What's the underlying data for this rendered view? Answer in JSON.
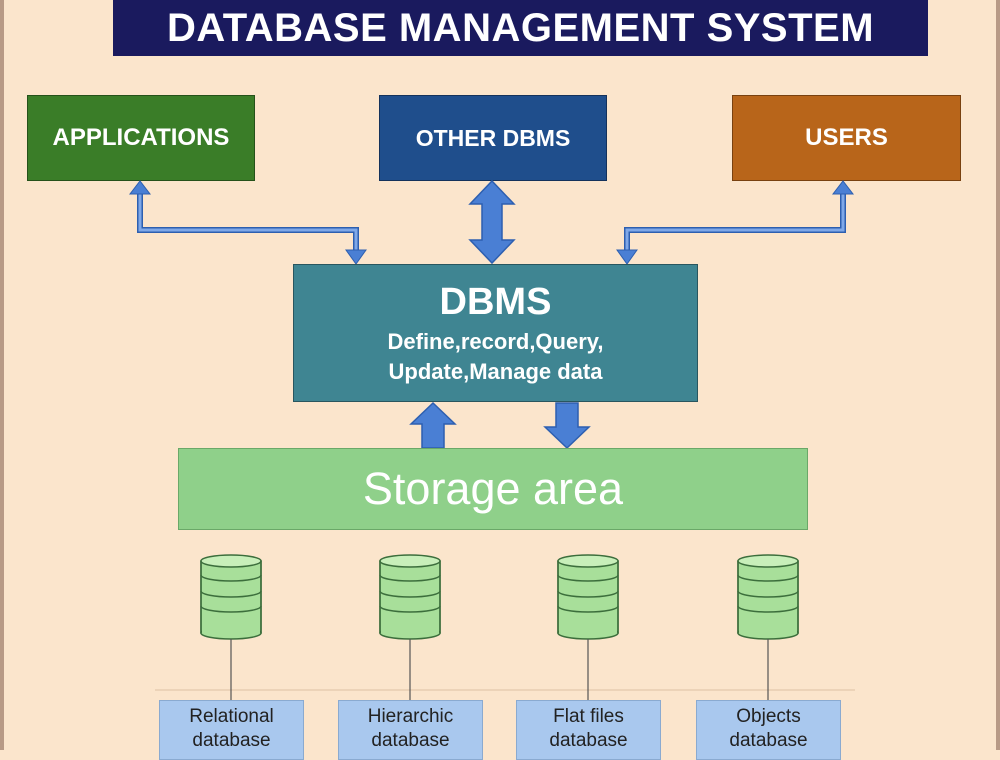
{
  "title": "DATABASE MANAGEMENT SYSTEM",
  "boxes": {
    "applications": "APPLICATIONS",
    "other_dbms": "OTHER DBMS",
    "users": "USERS"
  },
  "dbms": {
    "title": "DBMS",
    "line1": "Define,record,Query,",
    "line2": "Update,Manage data"
  },
  "storage": "Storage area",
  "databases": [
    {
      "line1": "Relational",
      "line2": "database"
    },
    {
      "line1": "Hierarchic",
      "line2": "database"
    },
    {
      "line1": "Flat files",
      "line2": "database"
    },
    {
      "line1": "Objects",
      "line2": "database"
    }
  ],
  "colors": {
    "background": "#fbe5cc",
    "title_bar": "#1a1a5e",
    "applications": "#3a7d28",
    "other_dbms": "#1f4e8c",
    "users": "#b8651a",
    "dbms": "#3f8592",
    "storage": "#8fd08a",
    "database_label": "#a9c8ee",
    "arrow": "#4a7fd4"
  }
}
